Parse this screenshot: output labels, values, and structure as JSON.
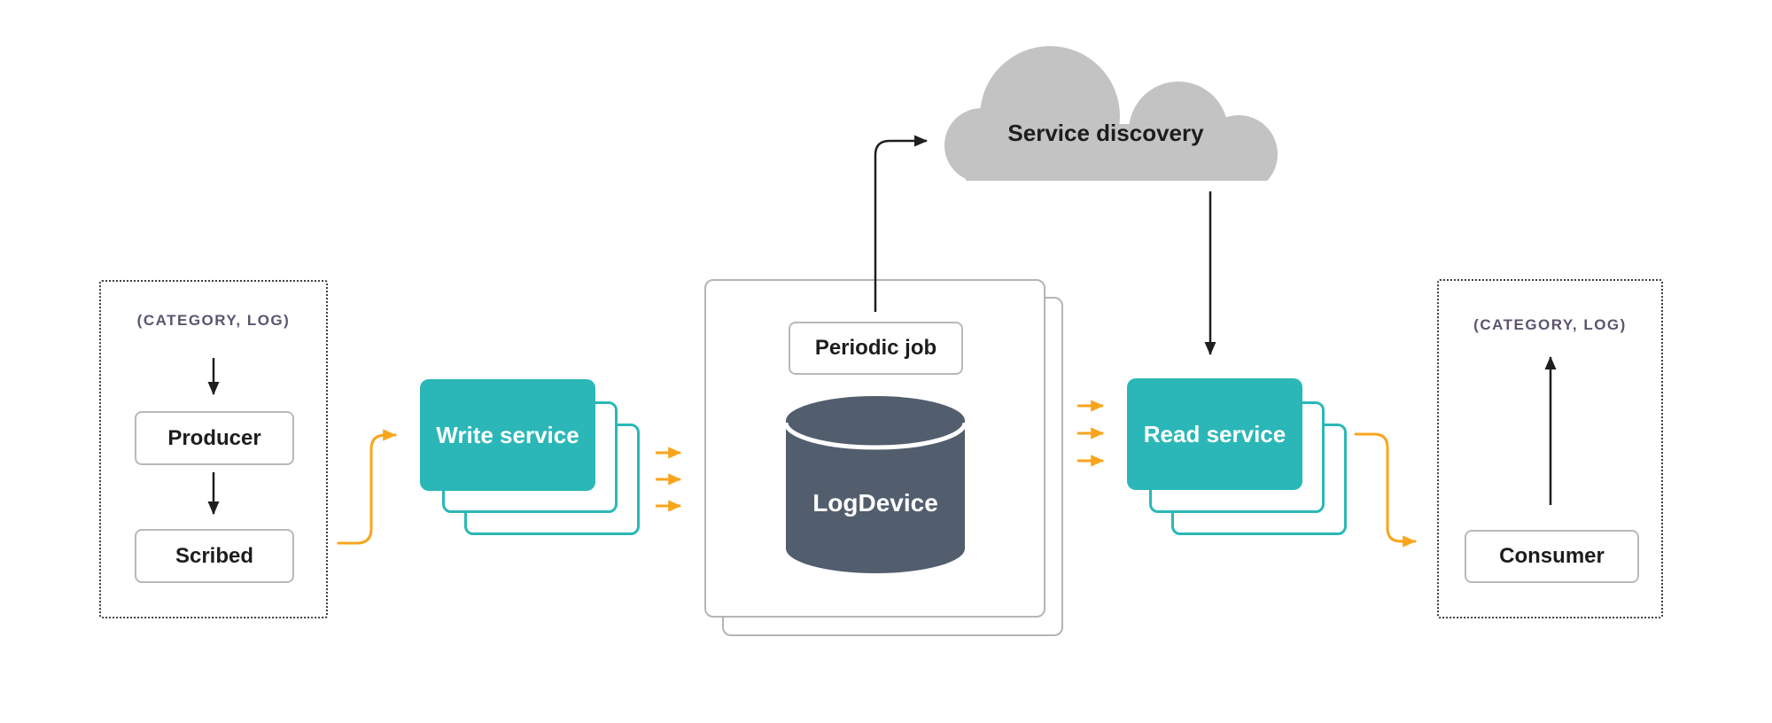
{
  "colors": {
    "teal": "#2bb7b7",
    "orange": "#f8a51d",
    "slate": "#525d6d",
    "cloud_gray": "#c3c3c3",
    "purple_label": "#5c5470",
    "box_border_gray": "#b9b9b9",
    "line_black": "#1e1e1e",
    "text_dark": "#1d1d1d"
  },
  "nodes": {
    "left_group": {
      "label": "(CATEGORY, LOG)",
      "producer": "Producer",
      "scribed": "Scribed"
    },
    "write_service": {
      "label": "Write service"
    },
    "storage": {
      "periodic_job": "Periodic job",
      "logdevice": "LogDevice"
    },
    "service_discovery": {
      "label": "Service discovery"
    },
    "read_service": {
      "label": "Read service"
    },
    "right_group": {
      "label": "(CATEGORY, LOG)",
      "consumer": "Consumer"
    }
  }
}
